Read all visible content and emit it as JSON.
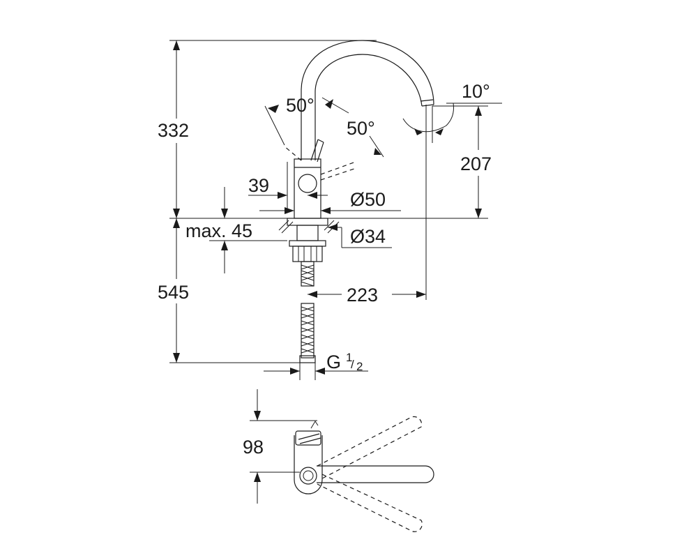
{
  "dimensions": {
    "height_total": "332",
    "height_spout_outlet": "207",
    "depth_below_deck": "545",
    "reach": "223",
    "lever_offset": "39",
    "body_diameter": "Ø50",
    "hole_diameter": "Ø34",
    "deck_thickness": "max. 45",
    "lever_angle_a": "50°",
    "lever_angle_b": "50°",
    "spout_tilt": "10°",
    "connection_thread": "G",
    "connection_fraction_num": "1",
    "connection_fraction_den": "2",
    "top_view_depth": "98"
  },
  "colors": {
    "line": "#1a1a1a",
    "background": "#ffffff"
  }
}
